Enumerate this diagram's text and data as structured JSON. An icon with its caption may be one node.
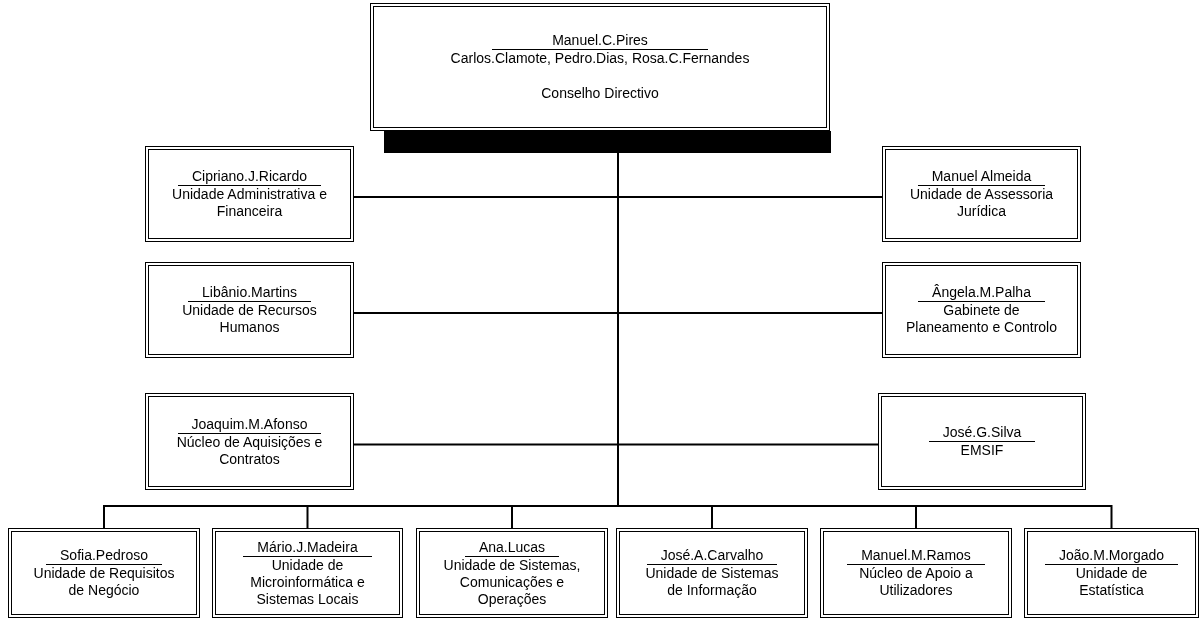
{
  "diagram": {
    "nodes": [
      {
        "text": [
          "Manuel.C.Pires",
          "Carlos.Clamote, Pedro.Dias, Rosa.C.Fernandes",
          "Conselho Directivo"
        ]
      },
      {
        "text": [
          "Cipriano.J.Ricardo",
          "Unidade Administrativa e Financeira"
        ]
      },
      {
        "text": [
          "Manuel Almeida",
          "Unidade de Assessoria Jurídica"
        ]
      },
      {
        "text": [
          "Libânio.Martins",
          "Unidade de Recursos Humanos"
        ]
      },
      {
        "text": [
          "Ângela.M.Palha",
          "Gabinete de Planeamento e Controlo"
        ]
      },
      {
        "text": [
          "Joaquim.M.Afonso",
          "Núcleo de Aquisições e Contratos"
        ]
      },
      {
        "text": [
          "José.G.Silva",
          "EMSIF"
        ]
      },
      {
        "text": [
          "Sofia.Pedroso",
          "Unidade de Requisitos de Negócio"
        ]
      },
      {
        "text": [
          "Mário.J.Madeira",
          "Unidade de Microinformática e Sistemas Locais"
        ]
      },
      {
        "text": [
          "Ana.Lucas",
          "Unidade de Sistemas, Comunicações e Operações"
        ]
      },
      {
        "text": [
          "José.A.Carvalho",
          "Unidade de Sistemas de Informação"
        ]
      },
      {
        "text": [
          "Manuel.M.Ramos",
          "Núcleo de Apoio a Utilizadores"
        ]
      },
      {
        "text": [
          "João.M.Morgado",
          "Unidade de Estatística"
        ]
      }
    ],
    "edges": [
      {
        "from": 0,
        "to": 1,
        "arrow": "none"
      },
      {
        "from": 0,
        "to": 2,
        "arrow": "none"
      },
      {
        "from": 0,
        "to": 3,
        "arrow": "none"
      },
      {
        "from": 0,
        "to": 4,
        "arrow": "none"
      },
      {
        "from": 0,
        "to": 5,
        "arrow": "none"
      },
      {
        "from": 0,
        "to": 6,
        "arrow": "none"
      },
      {
        "from": 0,
        "to": 7,
        "arrow": "none"
      },
      {
        "from": 0,
        "to": 8,
        "arrow": "none"
      },
      {
        "from": 0,
        "to": 9,
        "arrow": "none"
      },
      {
        "from": 0,
        "to": 10,
        "arrow": "none"
      },
      {
        "from": 0,
        "to": 11,
        "arrow": "none"
      },
      {
        "from": 0,
        "to": 12,
        "arrow": "none"
      }
    ]
  }
}
